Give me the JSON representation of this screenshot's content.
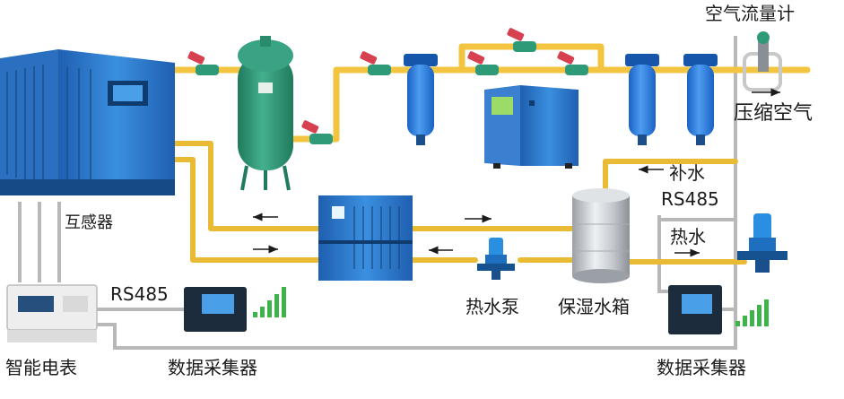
{
  "labels": {
    "flowmeter": "空气流量计",
    "compressed_air": "压缩空气",
    "makeup_water": "补水",
    "rs485_right": "RS485",
    "hot_water_right": "热水",
    "transformer": "互感器",
    "rs485_left": "RS485",
    "hot_water_pump": "热水泵",
    "insulated_tank": "保湿水箱",
    "smart_meter": "智能电表",
    "collector_left": "数据采集器",
    "collector_right": "数据采集器"
  },
  "colors": {
    "air_pipe": "#f2c440",
    "water_pipe": "#e9bb35",
    "signal_wire": "#b8b8b8",
    "equipment_blue": "#2f7fd0",
    "receiver_green": "#2f9a77",
    "valve_red": "#d6404f",
    "signal_bars_green": "#3cb449"
  }
}
